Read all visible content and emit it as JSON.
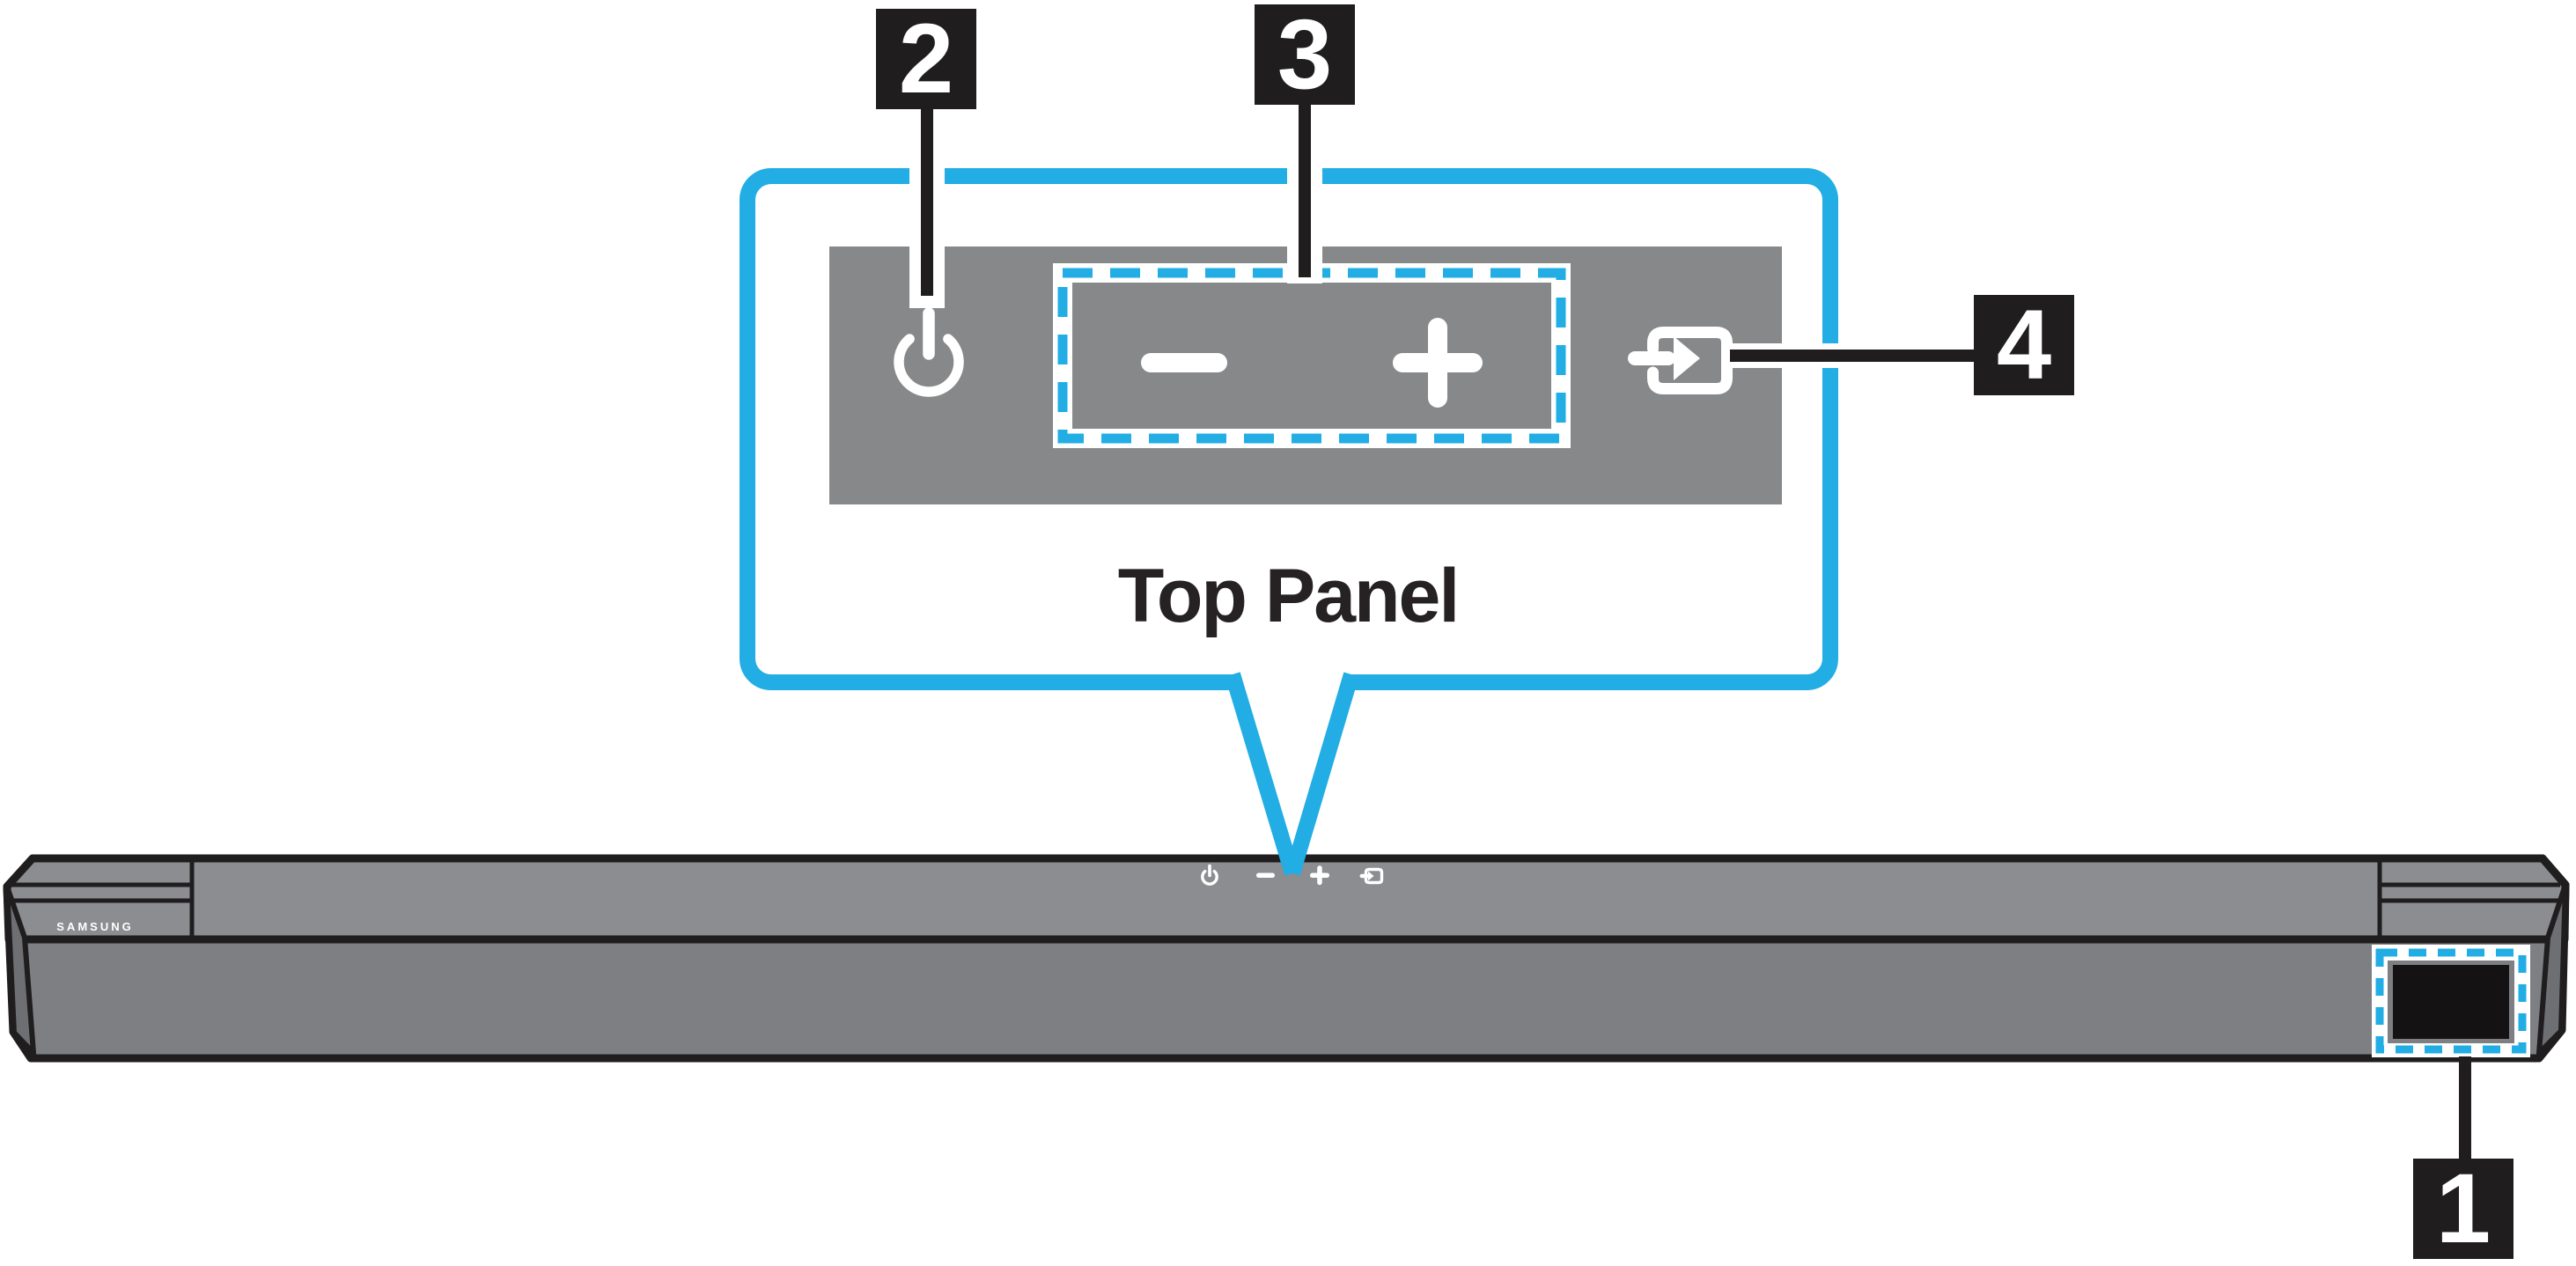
{
  "figure": {
    "title": "Top Panel",
    "brand": "SAMSUNG",
    "badges": {
      "display": "1",
      "power": "2",
      "volume": "3",
      "source": "4"
    },
    "controls": [
      {
        "badge": "2",
        "name": "power-button",
        "icon": "power-icon"
      },
      {
        "badge": "3",
        "name": "volume-minus-plus-buttons",
        "icon": "minus-icon plus-icon"
      },
      {
        "badge": "4",
        "name": "source-button",
        "icon": "source-icon"
      },
      {
        "badge": "1",
        "name": "front-display",
        "icon": "display-window"
      }
    ],
    "colors": {
      "accent_cyan": "#22ade4",
      "panel_gray": "#87888a",
      "soundbar_top": "#8b8d90",
      "soundbar_front": "#7d7f82",
      "outline_black": "#1f1d1e"
    }
  }
}
